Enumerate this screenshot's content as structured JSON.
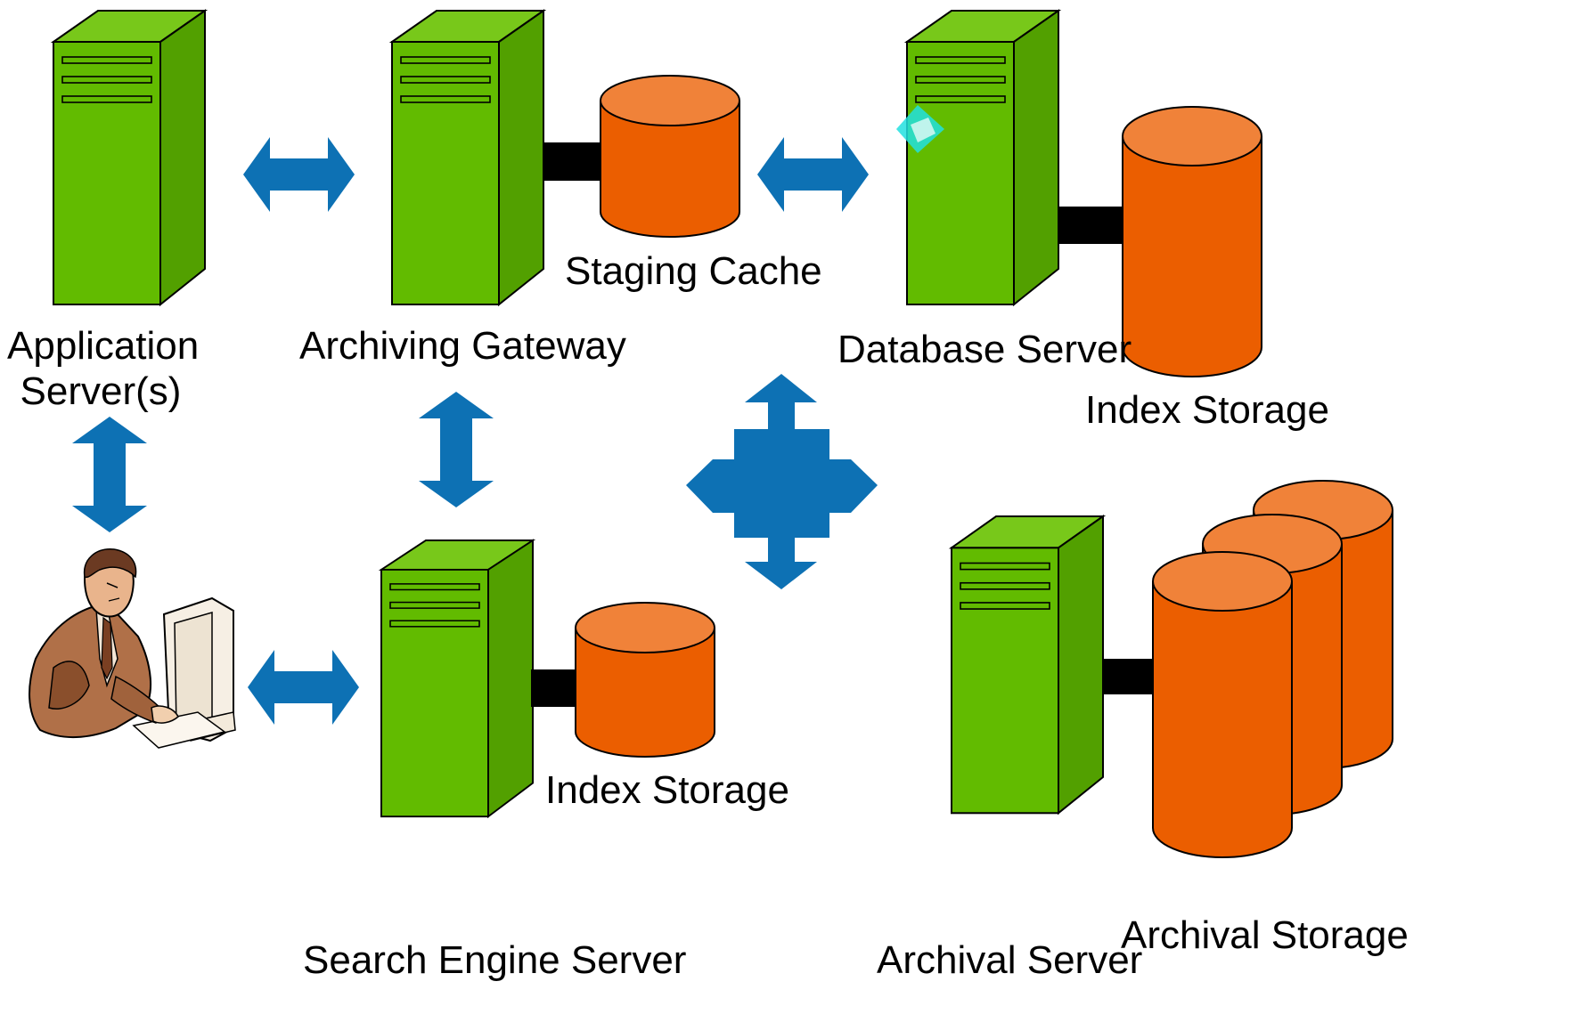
{
  "diagram": {
    "labels": {
      "application_server": "Application\nServer(s)",
      "archiving_gateway": "Archiving Gateway",
      "staging_cache": "Staging Cache",
      "database_server": "Database Server",
      "index_storage_db": "Index Storage",
      "index_storage_search": "Index Storage",
      "search_engine_server": "Search Engine Server",
      "archival_server": "Archival Server",
      "archival_storage": "Archival Storage"
    },
    "colors": {
      "server_front": "#62bb00",
      "server_side": "#52a000",
      "server_top": "#78c81a",
      "storage_body": "#eb5e00",
      "storage_top": "#f08239",
      "arrow": "#0d71b4",
      "connector": "#000000"
    }
  }
}
